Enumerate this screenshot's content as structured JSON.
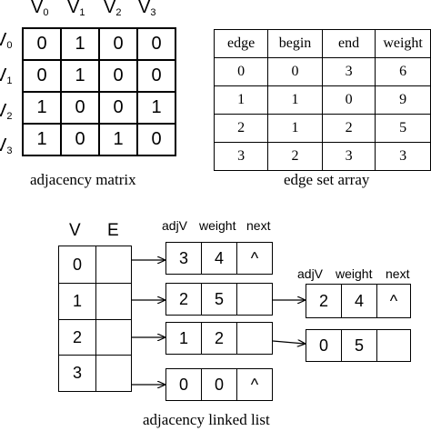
{
  "adjacency_matrix": {
    "col_headers": [
      "V",
      "V",
      "V",
      "V"
    ],
    "col_subscripts": [
      "0",
      "1",
      "2",
      "3"
    ],
    "row_headers": [
      "V",
      "V",
      "V",
      "V"
    ],
    "row_subscripts": [
      "0",
      "1",
      "2",
      "3"
    ],
    "rows": [
      [
        "0",
        "1",
        "0",
        "0"
      ],
      [
        "0",
        "1",
        "0",
        "0"
      ],
      [
        "1",
        "0",
        "0",
        "1"
      ],
      [
        "1",
        "0",
        "1",
        "0"
      ]
    ],
    "caption": "adjacency matrix"
  },
  "edge_set_array": {
    "headers": [
      "edge",
      "begin",
      "end",
      "weight"
    ],
    "rows": [
      [
        "0",
        "0",
        "3",
        "6"
      ],
      [
        "1",
        "1",
        "0",
        "9"
      ],
      [
        "2",
        "1",
        "2",
        "5"
      ],
      [
        "3",
        "2",
        "3",
        "3"
      ]
    ],
    "caption": "edge set array"
  },
  "linked_list": {
    "v_header": "V",
    "e_header": "E",
    "vertices": [
      "0",
      "1",
      "2",
      "3"
    ],
    "node_headers": [
      "adjV",
      "weight",
      "next"
    ],
    "nodes": [
      {
        "adjV": "3",
        "weight": "4",
        "next": "^"
      },
      {
        "adjV": "2",
        "weight": "5",
        "next": ""
      },
      {
        "adjV": "1",
        "weight": "2",
        "next": ""
      },
      {
        "adjV": "0",
        "weight": "0",
        "next": "^"
      },
      {
        "adjV": "2",
        "weight": "4",
        "next": "^"
      },
      {
        "adjV": "0",
        "weight": "5",
        "next": ""
      }
    ],
    "caption": "adjacency linked list"
  }
}
